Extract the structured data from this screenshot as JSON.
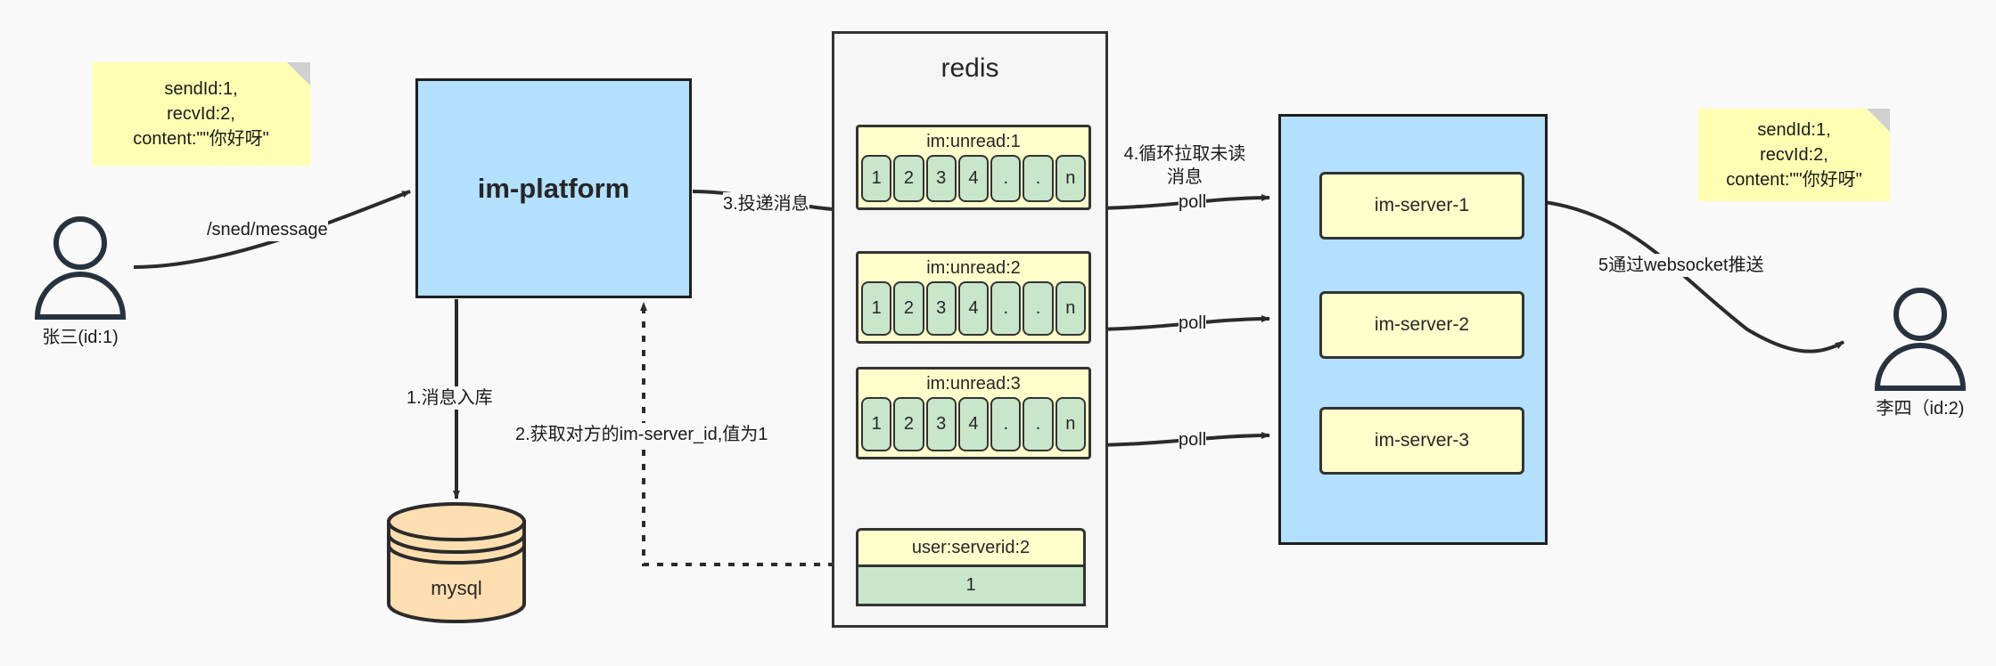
{
  "diagram": {
    "title": "IM message delivery architecture",
    "background": "#f9f9f9",
    "colors": {
      "note_yellow": "#ffffb3",
      "box_blue": "#b3e0fc",
      "key_yellow": "#ffffcc",
      "cell_green": "#c8e6c9",
      "db_peach": "#fddeb0",
      "stroke": "#333333",
      "container_gray": "#f5f5f5"
    }
  },
  "notes": {
    "left": {
      "lines": [
        "sendId:1,",
        "recvId:2,",
        "content:\"\"你好呀\""
      ]
    },
    "right": {
      "lines": [
        "sendId:1,",
        "recvId:2,",
        "content:\"\"你好呀\""
      ]
    }
  },
  "actors": {
    "sender": {
      "label": "张三(id:1)",
      "icon": "user-icon"
    },
    "receiver": {
      "label": "李四（id:2)",
      "icon": "user-icon"
    }
  },
  "nodes": {
    "platform": {
      "label": "im-platform"
    },
    "mysql": {
      "label": "mysql",
      "icon": "database-cylinder-icon"
    },
    "redis": {
      "label": "redis"
    },
    "server_group": {
      "servers": [
        {
          "label": "im-server-1"
        },
        {
          "label": "im-server-2"
        },
        {
          "label": "im-server-3"
        }
      ]
    }
  },
  "redis_keys": {
    "unread": [
      {
        "key": "im:unread:1",
        "cells": [
          "1",
          "2",
          "3",
          "4",
          ".",
          ".",
          "n"
        ]
      },
      {
        "key": "im:unread:2",
        "cells": [
          "1",
          "2",
          "3",
          "4",
          ".",
          ".",
          "n"
        ]
      },
      {
        "key": "im:unread:3",
        "cells": [
          "1",
          "2",
          "3",
          "4",
          ".",
          ".",
          "n"
        ]
      }
    ],
    "serverid": {
      "key": "user:serverid:2",
      "value": "1"
    }
  },
  "edges": [
    {
      "id": "send",
      "label": "/sned/message",
      "from": "sender",
      "to": "platform"
    },
    {
      "id": "persist",
      "label": "1.消息入库",
      "from": "platform",
      "to": "mysql"
    },
    {
      "id": "lookup",
      "label": "2.获取对方的im-server_id,值为1",
      "from": "redis",
      "to": "platform",
      "style": "dotted"
    },
    {
      "id": "deliver",
      "label": "3.投递消息",
      "from": "platform",
      "to": "im:unread:1"
    },
    {
      "id": "pull",
      "label": "4.循环拉取未读消息",
      "from": "redis",
      "to": "server_group"
    },
    {
      "id": "poll1",
      "label": "poll",
      "from": "im:unread:1",
      "to": "im-server-1"
    },
    {
      "id": "poll2",
      "label": "poll",
      "from": "im:unread:2",
      "to": "im-server-2"
    },
    {
      "id": "poll3",
      "label": "poll",
      "from": "im:unread:3",
      "to": "im-server-3"
    },
    {
      "id": "push",
      "label": "5通过websocket推送",
      "from": "im-server-1",
      "to": "receiver"
    }
  ]
}
